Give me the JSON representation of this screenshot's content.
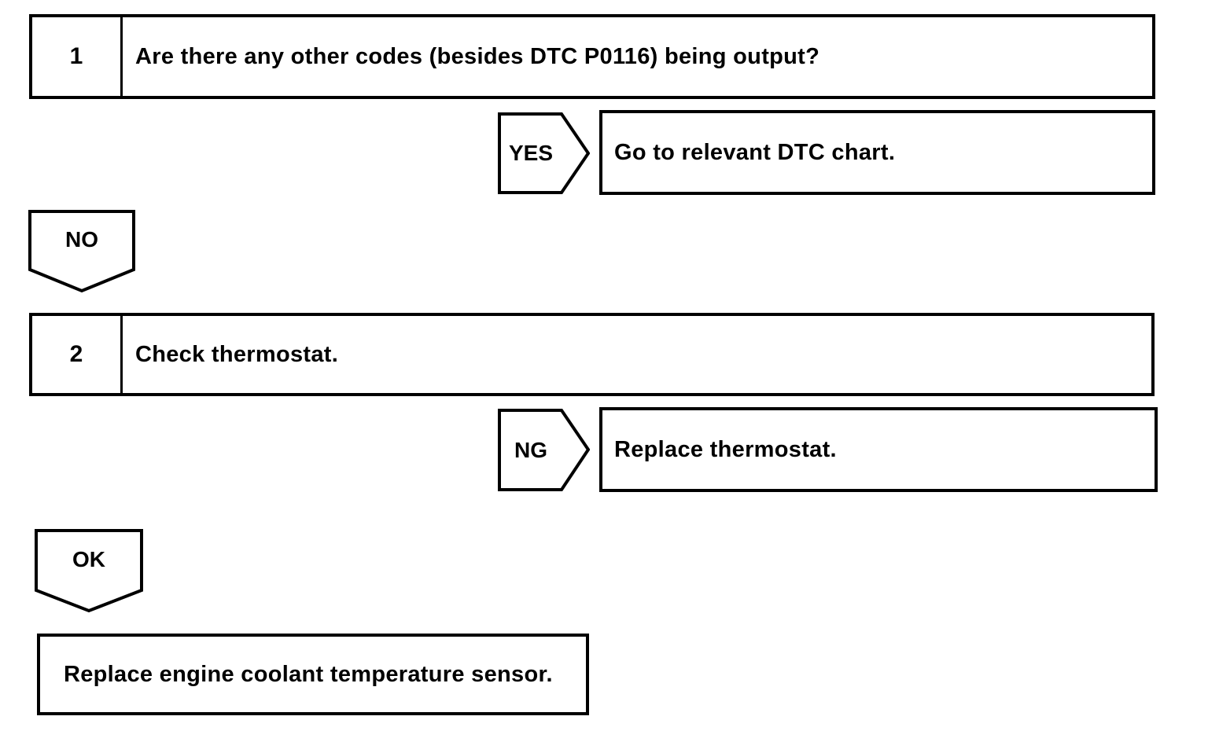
{
  "flowchart": {
    "steps": [
      {
        "number": "1",
        "instruction": "Are there any other codes (besides DTC P0116) being output?",
        "branch": {
          "label": "YES",
          "result": "Go to relevant DTC chart."
        },
        "next": {
          "label": "NO"
        }
      },
      {
        "number": "2",
        "instruction": "Check thermostat.",
        "branch": {
          "label": "NG",
          "result": "Replace thermostat."
        },
        "next": {
          "label": "OK"
        }
      }
    ],
    "final_action": "Replace engine coolant temperature sensor.",
    "colors": {
      "line": "#000000",
      "background": "#ffffff"
    }
  }
}
